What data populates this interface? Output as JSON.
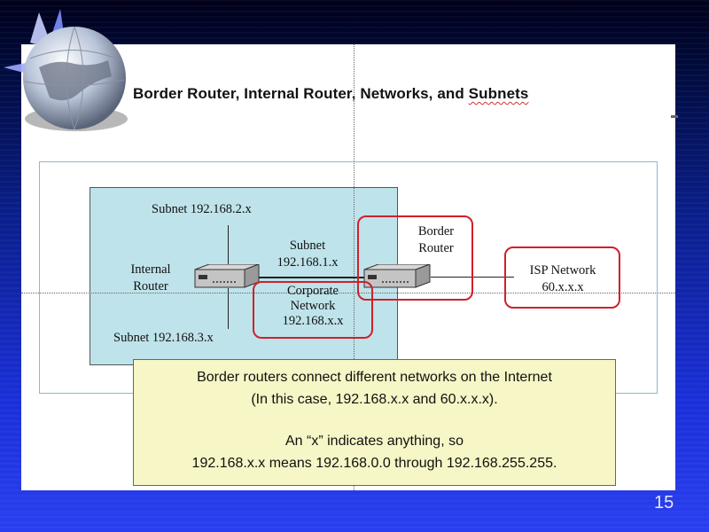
{
  "slide": {
    "title_part1": "Border Router, Internal Router, Networks, and ",
    "title_part2": "Subnets",
    "page_number": "15"
  },
  "diagram": {
    "subnet_top": "Subnet 192.168.2.x",
    "subnet_mid_line1": "Subnet",
    "subnet_mid_line2": "192.168.1.x",
    "subnet_bottom": "Subnet 192.168.3.x",
    "internal_router_line1": "Internal",
    "internal_router_line2": "Router",
    "corporate_line1": "Corporate",
    "corporate_line2": "Network",
    "corporate_line3": "192.168.x.x",
    "border_router_line1": "Border",
    "border_router_line2": "Router",
    "isp_line1": "ISP Network",
    "isp_line2": "60.x.x.x"
  },
  "note": {
    "line1": "Border routers connect different networks on the Internet",
    "line2": "(In this case, 192.168.x.x and 60.x.x.x).",
    "line3": "An “x” indicates anything, so",
    "line4": "192.168.x.x means 192.168.0.0 through 192.168.255.255."
  },
  "colors": {
    "corporate_box": "#bfe3ea",
    "highlight": "#d0202a",
    "note_background": "#f6f6c6"
  }
}
